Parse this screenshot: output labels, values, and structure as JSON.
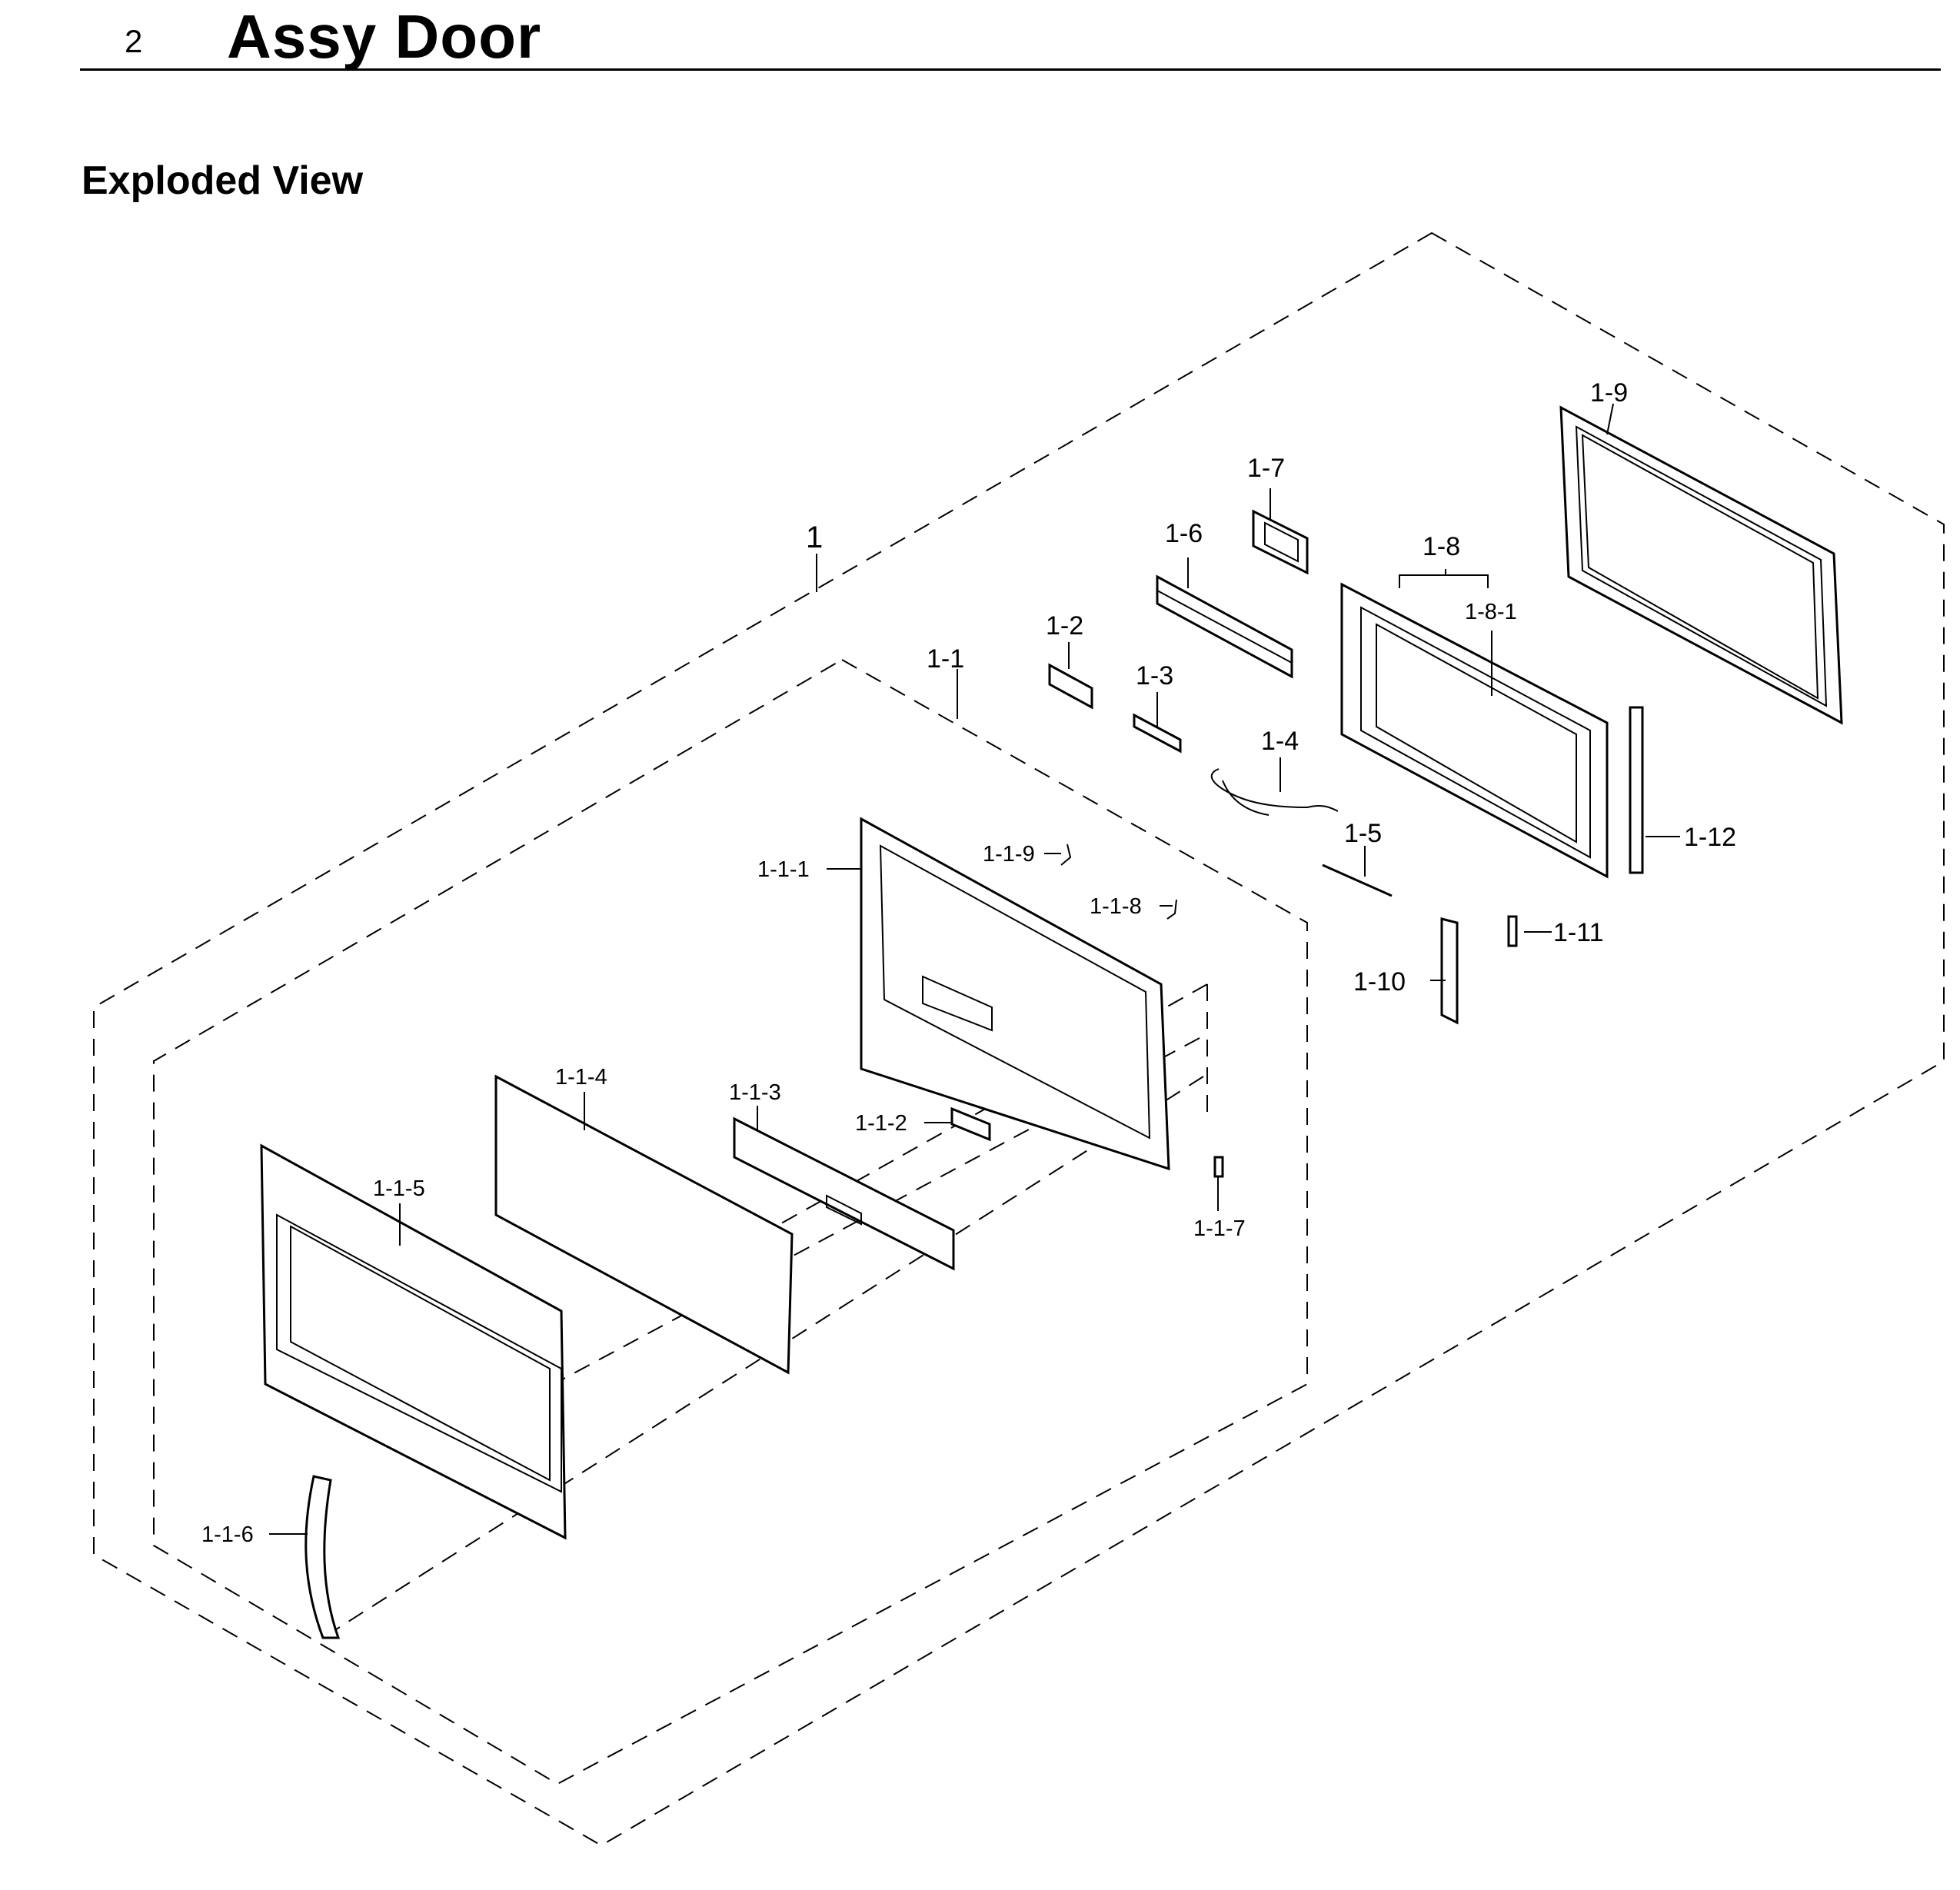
{
  "header": {
    "section_number": "2",
    "title": "Assy Door",
    "subtitle": "Exploded View"
  },
  "labels": {
    "l1": "1",
    "l1_1": "1-1",
    "l1_2": "1-2",
    "l1_3": "1-3",
    "l1_4": "1-4",
    "l1_5": "1-5",
    "l1_6": "1-6",
    "l1_7": "1-7",
    "l1_8": "1-8",
    "l1_8_1": "1-8-1",
    "l1_9": "1-9",
    "l1_10": "1-10",
    "l1_11": "1-11",
    "l1_12": "1-12",
    "l1_1_1": "1-1-1",
    "l1_1_2": "1-1-2",
    "l1_1_3": "1-1-3",
    "l1_1_4": "1-1-4",
    "l1_1_5": "1-1-5",
    "l1_1_6": "1-1-6",
    "l1_1_7": "1-1-7",
    "l1_1_8": "1-1-8",
    "l1_1_9": "1-1-9"
  }
}
